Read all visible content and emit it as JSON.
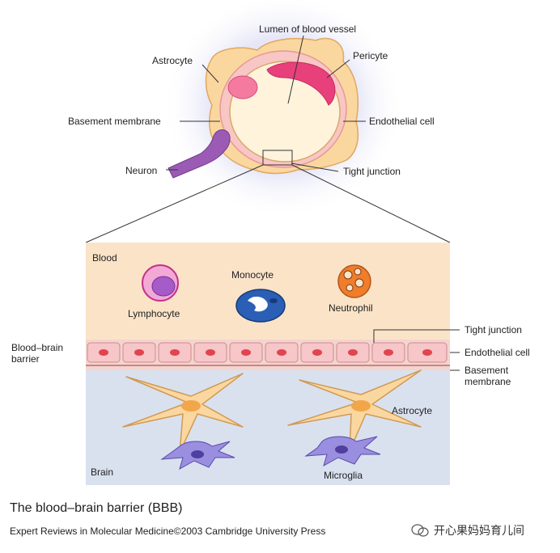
{
  "top_labels": {
    "lumen": "Lumen of blood vessel",
    "astrocyte": "Astrocyte",
    "pericyte": "Pericyte",
    "basement_membrane": "Basement membrane",
    "endothelial_cell": "Endothelial cell",
    "neuron": "Neuron",
    "tight_junction": "Tight junction"
  },
  "detail_labels": {
    "blood": "Blood",
    "lymphocyte": "Lymphocyte",
    "monocyte": "Monocyte",
    "neutrophil": "Neutrophil",
    "bbb_line1": "Blood–brain",
    "bbb_line2": "barrier",
    "tight_junction": "Tight junction",
    "endothelial_cell": "Endothelial cell",
    "basement_line1": "Basement",
    "basement_line2": "membrane",
    "astrocyte": "Astrocyte",
    "brain": "Brain",
    "microglia": "Microglia"
  },
  "caption": "The blood–brain barrier (BBB)",
  "credit": "Expert Reviews in Molecular Medicine©2003 Cambridge University Press",
  "watermark": "开心果妈妈育儿间",
  "colors": {
    "blood_bg": "#fbe3c8",
    "brain_bg": "#d9e1ef",
    "endothelial": "#f6c6c8",
    "nucleus": "#e0454f",
    "astrocyte": "#fbd7a0",
    "pericyte": "#e8407a",
    "neuron": "#9b5bb5",
    "monocyte": "#2a5fb5",
    "neutrophil": "#ef7d2a"
  }
}
